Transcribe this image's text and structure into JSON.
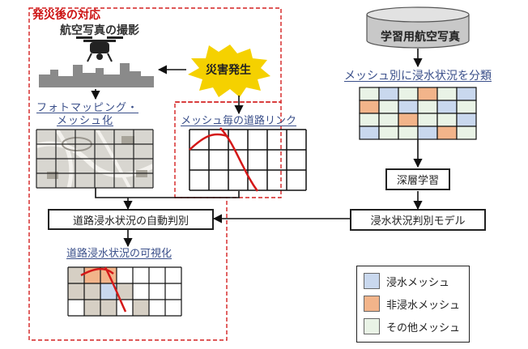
{
  "labels": {
    "post_disaster": "発災後の対応",
    "aerial_photo_title": "航空写真の撮影",
    "disaster": "災害発生",
    "photo_mapping_1": "フォトマッピング・",
    "photo_mapping_2": "メッシュ化",
    "mesh_road_link": "メッシュ毎の道路リンク",
    "training_photos": "学習用航空写真",
    "classify_mesh": "メッシュ別に浸水状況を分類",
    "deep_learning": "深層学習",
    "auto_judgment": "道路浸水状況の自動判別",
    "judgment_model": "浸水状況判別モデル",
    "visualize": "道路浸水状況の可視化"
  },
  "legend": [
    {
      "label": "浸水メッシュ",
      "color": "#c9d8ee"
    },
    {
      "label": "非浸水メッシュ",
      "color": "#f2b48a"
    },
    {
      "label": "その他メッシュ",
      "color": "#e9f3e6"
    }
  ],
  "colors": {
    "dashed_red": "#d42020",
    "road": "#d41818",
    "flooded": "#c9d8ee",
    "non_flooded": "#f2b48a",
    "other": "#e9f3e6",
    "burst": "#f5d100",
    "db": "#c8c8c8"
  },
  "classification_grid": [
    [
      "other",
      "flooded",
      "other",
      "non_flooded",
      "other",
      "flooded"
    ],
    [
      "non_flooded",
      "other",
      "flooded",
      "other",
      "flooded",
      "other"
    ],
    [
      "other",
      "other",
      "non_flooded",
      "other",
      "other",
      "flooded"
    ],
    [
      "flooded",
      "other",
      "other",
      "flooded",
      "non_flooded",
      "other"
    ]
  ]
}
